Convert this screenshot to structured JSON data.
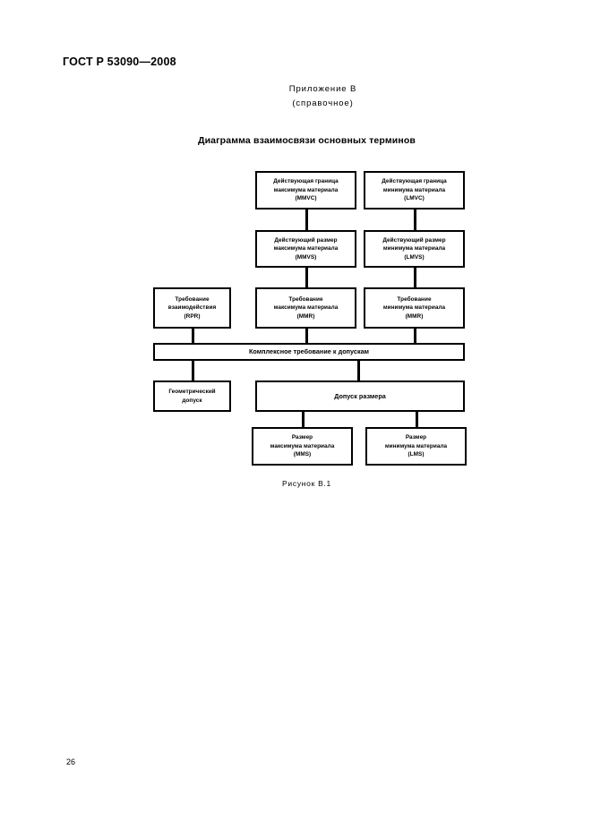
{
  "document": {
    "standard_code": "ГОСТ Р 53090—2008",
    "page_number": "26",
    "annex_title": "Приложение В",
    "annex_subtitle": "(справочное)",
    "figure_title": "Диаграмма взаимосвязи основных терминов",
    "figure_caption": "Рисунок В.1"
  },
  "colors": {
    "page_background": "#ffffff",
    "text": "#000000",
    "box_border": "#000000",
    "connector": "#000000"
  },
  "diagram": {
    "nodes": [
      {
        "id": "mmvc",
        "lines": [
          "Действующая граница",
          "максимума материала",
          "(MMVC)"
        ],
        "abbr": "MMVC"
      },
      {
        "id": "lmvc",
        "lines": [
          "Действующая граница",
          "минимума материала",
          "(LMVC)"
        ],
        "abbr": "LMVC"
      },
      {
        "id": "mmvs",
        "lines": [
          "Действующий размер",
          "максимума материала",
          "(MMVS)"
        ],
        "abbr": "MMVS"
      },
      {
        "id": "lmvs",
        "lines": [
          "Действующий размер",
          "минимума материала",
          "(LMVS)"
        ],
        "abbr": "LMVS"
      },
      {
        "id": "rpr",
        "lines": [
          "Требование",
          "взаимодействия",
          "(RPR)"
        ],
        "abbr": "RPR"
      },
      {
        "id": "mmr",
        "lines": [
          "Требование",
          "максимума материала",
          "(MMR)"
        ],
        "abbr": "MMR"
      },
      {
        "id": "lmr",
        "lines": [
          "Требование",
          "минимума материала",
          "(MMR)"
        ],
        "abbr": "MMR"
      },
      {
        "id": "complex",
        "lines": [
          "Комплексное требование к допускам"
        ],
        "abbr": ""
      },
      {
        "id": "geom",
        "lines": [
          "Геометрический",
          "допуск"
        ],
        "abbr": ""
      },
      {
        "id": "size_tol",
        "lines": [
          "Допуск размера"
        ],
        "abbr": ""
      },
      {
        "id": "mms",
        "lines": [
          "Размер",
          "максимума материала",
          "(MMS)"
        ],
        "abbr": "MMS"
      },
      {
        "id": "lms",
        "lines": [
          "Размер",
          "минимума материала",
          "(LMS)"
        ],
        "abbr": "LMS"
      }
    ],
    "edges": [
      {
        "from": "mmvc",
        "to": "mmvs"
      },
      {
        "from": "lmvc",
        "to": "lmvs"
      },
      {
        "from": "mmvs",
        "to": "mmr"
      },
      {
        "from": "lmvs",
        "to": "lmr"
      },
      {
        "from": "rpr",
        "to": "complex"
      },
      {
        "from": "mmr",
        "to": "complex"
      },
      {
        "from": "lmr",
        "to": "complex"
      },
      {
        "from": "complex",
        "to": "geom"
      },
      {
        "from": "complex",
        "to": "size_tol"
      },
      {
        "from": "size_tol",
        "to": "mms"
      },
      {
        "from": "size_tol",
        "to": "lms"
      }
    ]
  }
}
